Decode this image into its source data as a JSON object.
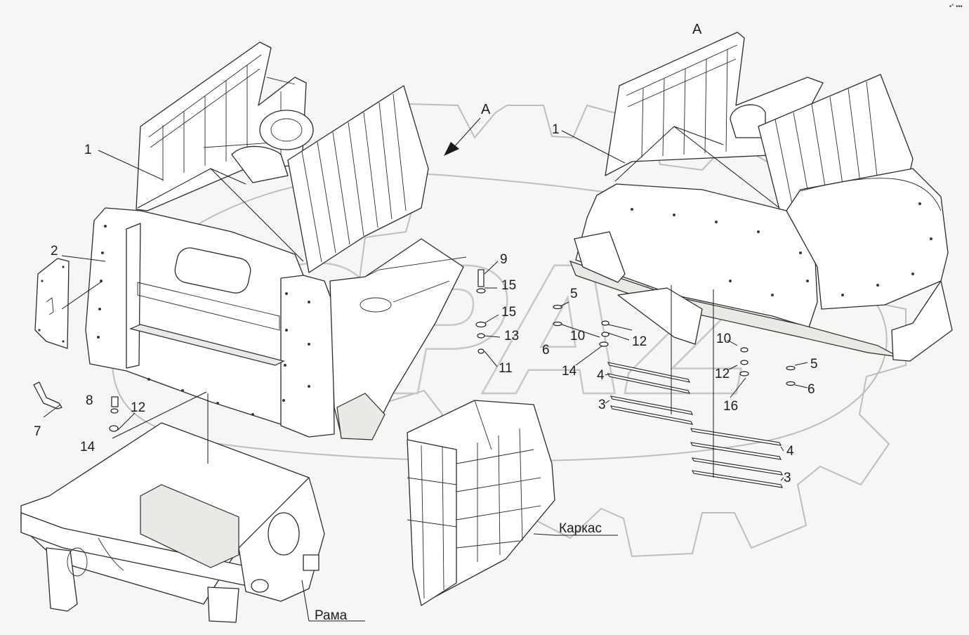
{
  "callouts": {
    "c1_left": "1",
    "c1_right": "1",
    "c2": "2",
    "c3_mid": "3",
    "c3_right": "3",
    "c4_mid": "4",
    "c4_right": "4",
    "c5_mid": "5",
    "c5_right": "5",
    "c6_mid": "6",
    "c6_right": "6",
    "c7": "7",
    "c8": "8",
    "c9": "9",
    "c10_mid": "10",
    "c10_right": "10",
    "c11": "11",
    "c12_left": "12",
    "c12_mid": "12",
    "c12_right": "12",
    "c13": "13",
    "c14_left": "14",
    "c14_mid": "14",
    "c15_top": "15",
    "c15_bottom": "15",
    "c16": "16",
    "view_arrow_label": "A",
    "view_title": "A"
  },
  "labels": {
    "frame": "Рама",
    "carcass": "Каркас"
  },
  "corner_mark": "•° •••",
  "watermark_word": "OPAZ"
}
